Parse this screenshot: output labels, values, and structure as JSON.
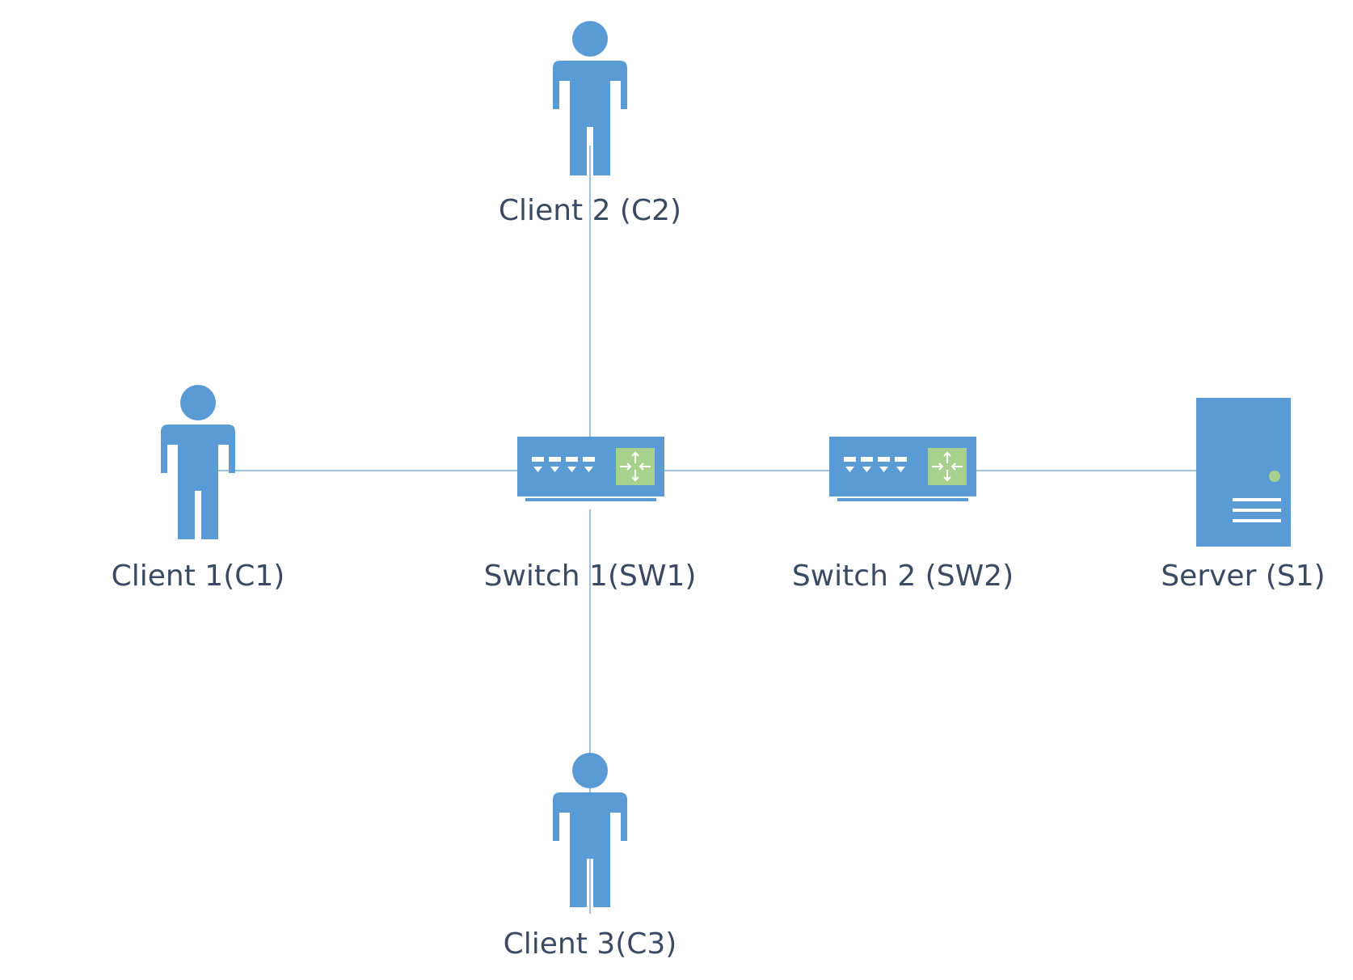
{
  "colors": {
    "icon": "#5b9bd5",
    "accent": "#a9d18e",
    "link": "#9cc2e5",
    "label": "#3b4a63"
  },
  "nodes": {
    "client1": {
      "label": "Client 1(C1)",
      "icon": "person-icon"
    },
    "client2": {
      "label": "Client 2 (C2)",
      "icon": "person-icon"
    },
    "client3": {
      "label": "Client 3(C3)",
      "icon": "person-icon"
    },
    "switch1": {
      "label": "Switch 1(SW1)",
      "icon": "switch-icon"
    },
    "switch2": {
      "label": "Switch 2 (SW2)",
      "icon": "switch-icon"
    },
    "server1": {
      "label": "Server (S1)",
      "icon": "server-icon"
    }
  },
  "links": [
    {
      "from": "Client 1(C1)",
      "to": "Switch 1(SW1)"
    },
    {
      "from": "Client 2 (C2)",
      "to": "Switch 1(SW1)"
    },
    {
      "from": "Client 3(C3)",
      "to": "Switch 1(SW1)"
    },
    {
      "from": "Switch 1(SW1)",
      "to": "Switch 2 (SW2)"
    },
    {
      "from": "Switch 2 (SW2)",
      "to": "Server (S1)"
    }
  ]
}
